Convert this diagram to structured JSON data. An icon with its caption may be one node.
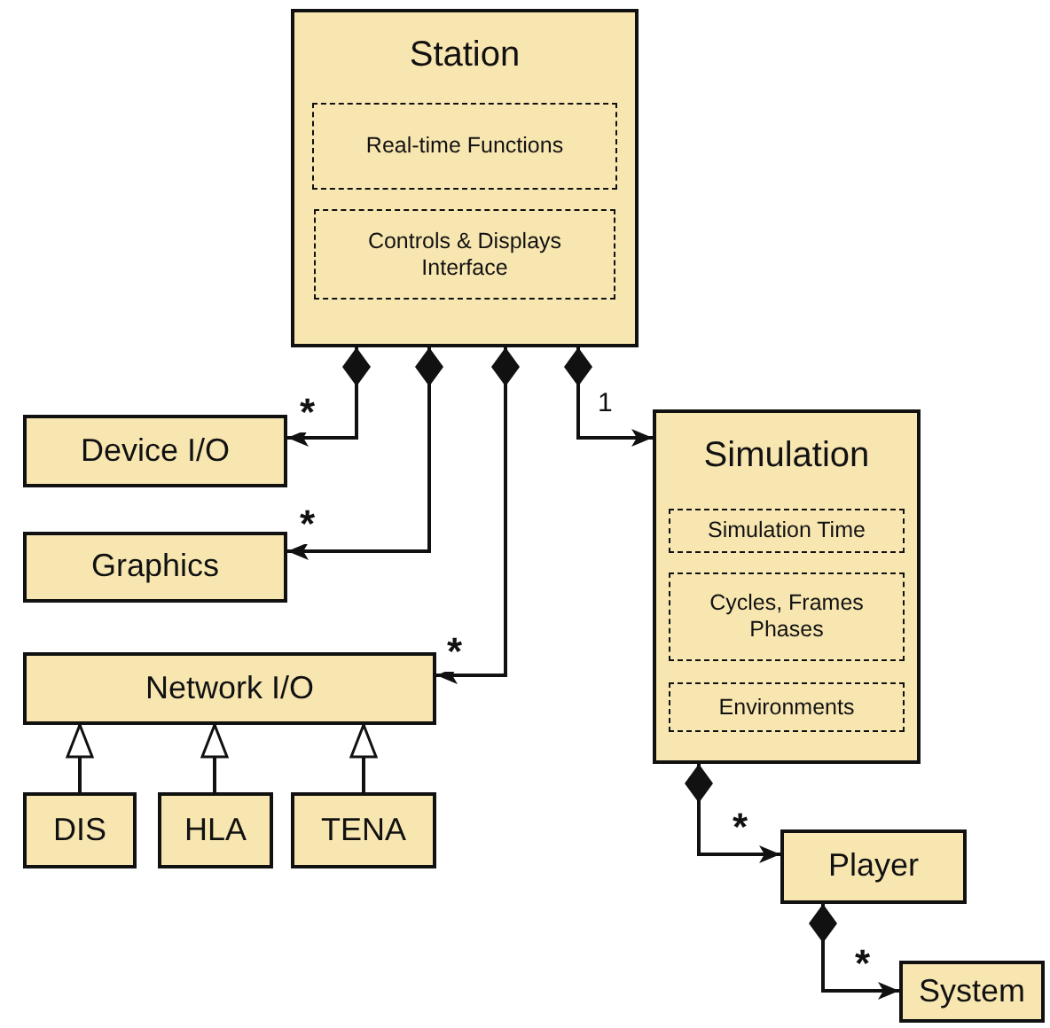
{
  "diagram": {
    "nodes": [
      {
        "text": [
          "Station"
        ]
      },
      {
        "text": [
          "Real-time Functions"
        ],
        "in": 0
      },
      {
        "text": [
          "Controls & Displays Interface"
        ],
        "in": 0
      },
      {
        "text": [
          "Device I/O"
        ]
      },
      {
        "text": [
          "Graphics"
        ]
      },
      {
        "text": [
          "Network I/O"
        ]
      },
      {
        "text": [
          "DIS"
        ]
      },
      {
        "text": [
          "HLA"
        ]
      },
      {
        "text": [
          "TENA"
        ]
      },
      {
        "text": [
          "Simulation"
        ]
      },
      {
        "text": [
          "Simulation Time"
        ],
        "in": 9
      },
      {
        "text": [
          "Cycles, Frames Phases"
        ],
        "in": 9
      },
      {
        "text": [
          "Environments"
        ],
        "in": 9
      },
      {
        "text": [
          "Player"
        ]
      },
      {
        "text": [
          "System"
        ]
      }
    ],
    "edges": [
      {
        "from": 0,
        "to": 3,
        "arrow": "to",
        "label": "*"
      },
      {
        "from": 0,
        "to": 4,
        "arrow": "to",
        "label": "*"
      },
      {
        "from": 0,
        "to": 5,
        "arrow": "to",
        "label": "*"
      },
      {
        "from": 0,
        "to": 9,
        "arrow": "to",
        "label": "1"
      },
      {
        "from": 6,
        "to": 5,
        "arrow": "to"
      },
      {
        "from": 7,
        "to": 5,
        "arrow": "to"
      },
      {
        "from": 8,
        "to": 5,
        "arrow": "to"
      },
      {
        "from": 9,
        "to": 13,
        "arrow": "to",
        "label": "*"
      },
      {
        "from": 13,
        "to": 14,
        "arrow": "to",
        "label": "*"
      }
    ]
  }
}
